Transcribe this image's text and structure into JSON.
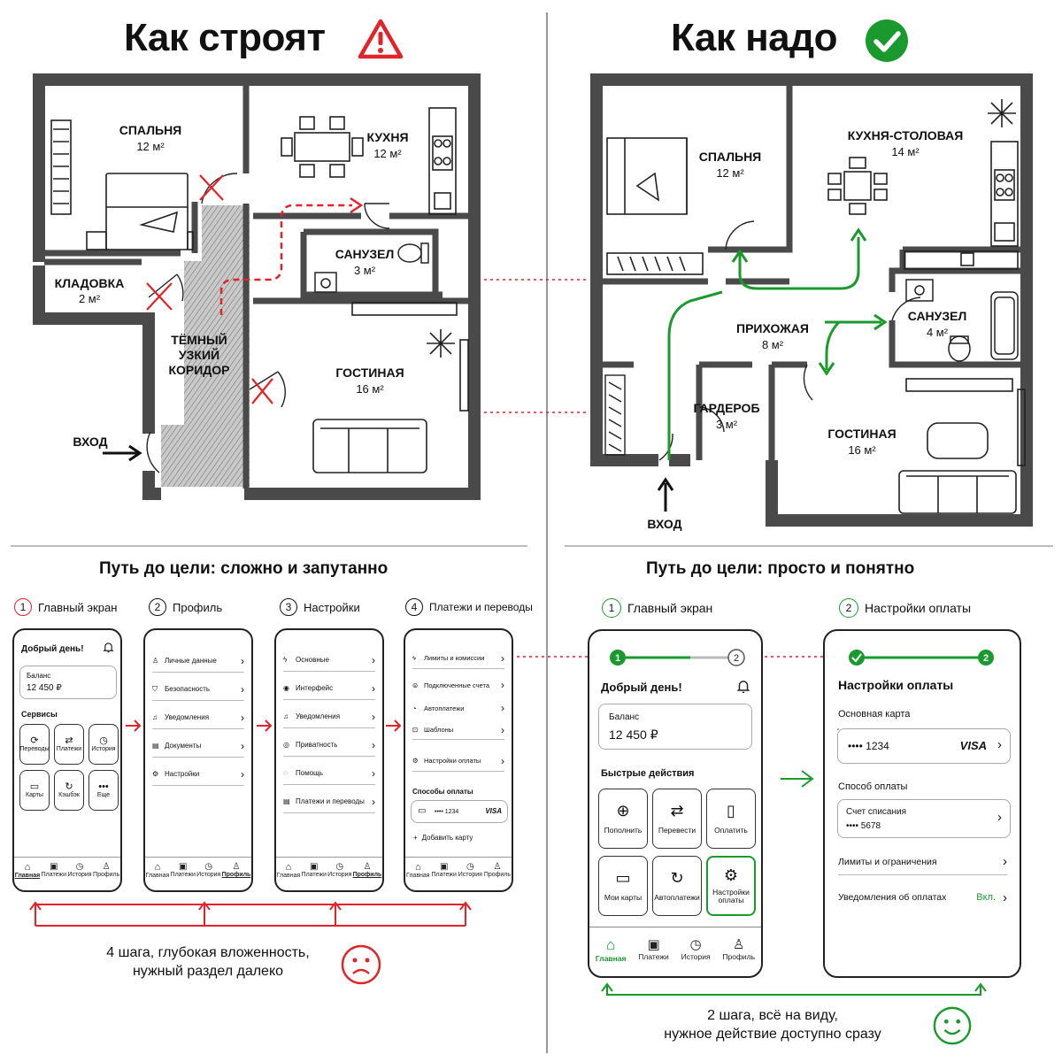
{
  "titles": {
    "left": "Как строят",
    "right": "Как надо"
  },
  "left_plan": {
    "bedroom": {
      "name": "СПАЛЬНЯ",
      "area": "12 м²"
    },
    "kitchen": {
      "name": "КУХНЯ",
      "area": "12 м²"
    },
    "storage": {
      "name": "КЛАДОВКА",
      "area": "2 м²"
    },
    "bathroom": {
      "name": "САНУЗЕЛ",
      "area": "3 м²"
    },
    "corridor": [
      "ТЁМНЫЙ",
      "УЗКИЙ",
      "КОРИДОР"
    ],
    "living": {
      "name": "ГОСТИНАЯ",
      "area": "16 м²"
    },
    "entrance": "ВХОД"
  },
  "right_plan": {
    "bedroom": {
      "name": "СПАЛЬНЯ",
      "area": "12 м²"
    },
    "kitchen": {
      "name": "КУХНЯ-СТОЛОВАЯ",
      "area": "14 м²"
    },
    "hall": {
      "name": "ПРИХОЖАЯ",
      "area": "8 м²"
    },
    "bathroom": {
      "name": "САНУЗЕЛ",
      "area": "4 м²"
    },
    "wardrobe": {
      "name": "ГАРДЕРОБ",
      "area": "3 м²"
    },
    "living": {
      "name": "ГОСТИНАЯ",
      "area": "16 м²"
    },
    "entrance": "ВХОД"
  },
  "left_flow": {
    "heading": "Путь до цели: сложно и запутанно",
    "steps": [
      {
        "num": "1",
        "label": "Главный экран"
      },
      {
        "num": "2",
        "label": "Профиль"
      },
      {
        "num": "3",
        "label": "Настройки"
      },
      {
        "num": "4",
        "label": "Платежи и переводы"
      }
    ],
    "home": {
      "greeting": "Добрый день!",
      "balance_label": "Баланс",
      "balance_value": "12 450 ₽",
      "services_label": "Сервисы",
      "services": [
        {
          "label": "Переводы",
          "icon": "transfer-icon"
        },
        {
          "label": "Платежи",
          "icon": "swap-icon"
        },
        {
          "label": "История",
          "icon": "clock-icon"
        },
        {
          "label": "Карты",
          "icon": "card-icon"
        },
        {
          "label": "Кэшбэк",
          "icon": "cashback-icon"
        },
        {
          "label": "Еще",
          "icon": "more-icon"
        }
      ]
    },
    "profile_items": [
      {
        "label": "Личные данные",
        "icon": "user-icon"
      },
      {
        "label": "Безопасность",
        "icon": "shield-icon"
      },
      {
        "label": "Уведомления",
        "icon": "bell-icon"
      },
      {
        "label": "Документы",
        "icon": "document-icon"
      },
      {
        "label": "Настройки",
        "icon": "gear-icon"
      }
    ],
    "settings_items": [
      {
        "label": "Основные",
        "icon": "bolt-icon"
      },
      {
        "label": "Интерфейс",
        "icon": "palette-icon"
      },
      {
        "label": "Уведомления",
        "icon": "bell-icon"
      },
      {
        "label": "Приватность",
        "icon": "lock-icon"
      },
      {
        "label": "Помощь",
        "icon": "help-icon"
      },
      {
        "label": "Платежи и переводы",
        "icon": "document-icon"
      }
    ],
    "payments_items": [
      {
        "label": "Лимиты и комиссии",
        "icon": "bolt-icon"
      },
      {
        "label": "Подключенные счета",
        "icon": "accounts-icon"
      },
      {
        "label": "Автоплатежи",
        "icon": "autopay-icon"
      },
      {
        "label": "Шаблоны",
        "icon": "template-icon"
      },
      {
        "label": "Настройки оплаты",
        "icon": "gear-icon"
      }
    ],
    "payment_methods_label": "Способы оплаты",
    "card_mask": "•••• 1234",
    "card_brand": "VISA",
    "add_card": "Добавить карту",
    "tabs": [
      "Главная",
      "Платежи",
      "История",
      "Профиль"
    ],
    "caption": [
      "4 шага, глубокая вложенность,",
      "нужный раздел далеко"
    ]
  },
  "right_flow": {
    "heading": "Путь до цели: просто и понятно",
    "steps": [
      {
        "num": "1",
        "label": "Главный экран"
      },
      {
        "num": "2",
        "label": "Настройки оплаты"
      }
    ],
    "home": {
      "progress": [
        "1",
        "2"
      ],
      "greeting": "Добрый день!",
      "balance_label": "Баланс",
      "balance_value": "12 450 ₽",
      "quick_label": "Быстрые действия",
      "actions": [
        {
          "label": "Пополнить",
          "icon": "top-up-icon"
        },
        {
          "label": "Перевести",
          "icon": "transfer-arrows-icon"
        },
        {
          "label": "Оплатить",
          "icon": "pay-icon"
        },
        {
          "label": "Мои карты",
          "icon": "card-icon"
        },
        {
          "label": "Автоплатежи",
          "icon": "autopay-icon"
        },
        {
          "label": "Настройки оплаты",
          "icon": "gear-icon"
        }
      ],
      "tabs": [
        "Главная",
        "Платежи",
        "История",
        "Профиль"
      ]
    },
    "settings": {
      "progress": [
        "2"
      ],
      "title": "Настройки оплаты",
      "main_card_label": "Основная карта",
      "main_card_mask": "•••• 1234",
      "main_card_brand": "VISA",
      "method_label": "Способ оплаты",
      "method_title": "Счет списания",
      "method_mask": "•••• 5678",
      "limits": "Лимиты и ограничения",
      "notifications": "Уведомления об оплатах",
      "notifications_value": "Вкл."
    },
    "caption": [
      "2 шага, всё на виду,",
      "нужное действие доступно сразу"
    ]
  },
  "colors": {
    "red": "#e0242a",
    "green": "#1a9a2e",
    "wall": "#4a4a4a"
  }
}
